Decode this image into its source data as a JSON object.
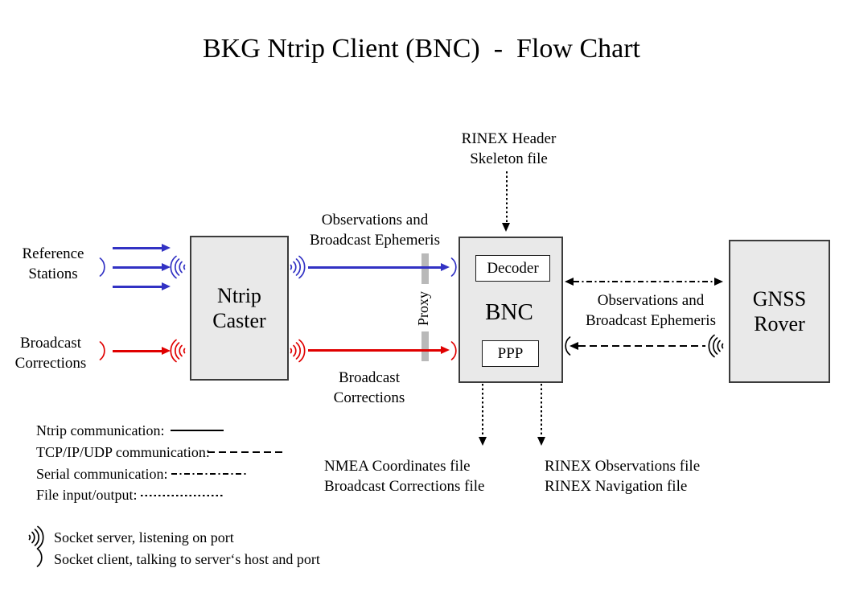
{
  "title": "BKG Ntrip Client (BNC)  -  Flow Chart",
  "boxes": {
    "ntrip_caster": {
      "line1": "Ntrip",
      "line2": "Caster"
    },
    "bnc": {
      "label": "BNC",
      "decoder": "Decoder",
      "ppp": "PPP"
    },
    "gnss_rover": {
      "line1": "GNSS",
      "line2": "Rover"
    }
  },
  "labels": {
    "reference_stations": {
      "line1": "Reference",
      "line2": "Stations"
    },
    "broadcast_corrections_input": {
      "line1": "Broadcast",
      "line2": "Corrections"
    },
    "observations_top": {
      "line1": "Observations and",
      "line2": "Broadcast Ephemeris"
    },
    "broadcast_corrections_stream": {
      "line1": "Broadcast",
      "line2": "Corrections"
    },
    "proxy": "Proxy",
    "rinex_skeleton": {
      "line1": "RINEX Header",
      "line2": "Skeleton file"
    },
    "observations_rover": {
      "line1": "Observations and",
      "line2": "Broadcast Ephemeris"
    },
    "nmea_output": {
      "line1": "NMEA Coordinates file",
      "line2": "Broadcast Corrections file"
    },
    "rinex_output": {
      "line1": "RINEX Observations file",
      "line2": "RINEX Navigation file"
    }
  },
  "legend": {
    "rows": [
      {
        "label": "Ntrip communication:",
        "style": "solid"
      },
      {
        "label": "TCP/IP/UDP communication:",
        "style": "dashed"
      },
      {
        "label": "Serial communication:",
        "style": "dashdot"
      },
      {
        "label": "File input/output:",
        "style": "dotted"
      }
    ],
    "socket_server": "Socket server, listening on port",
    "socket_client": "Socket client, talking to server‘s host and port"
  },
  "colors": {
    "ntrip_blue": "#3232c4",
    "corrections_red": "#e00000",
    "box_fill": "#e9e9e9",
    "proxy_gray": "#b9b9b9",
    "line_black": "#000000"
  }
}
